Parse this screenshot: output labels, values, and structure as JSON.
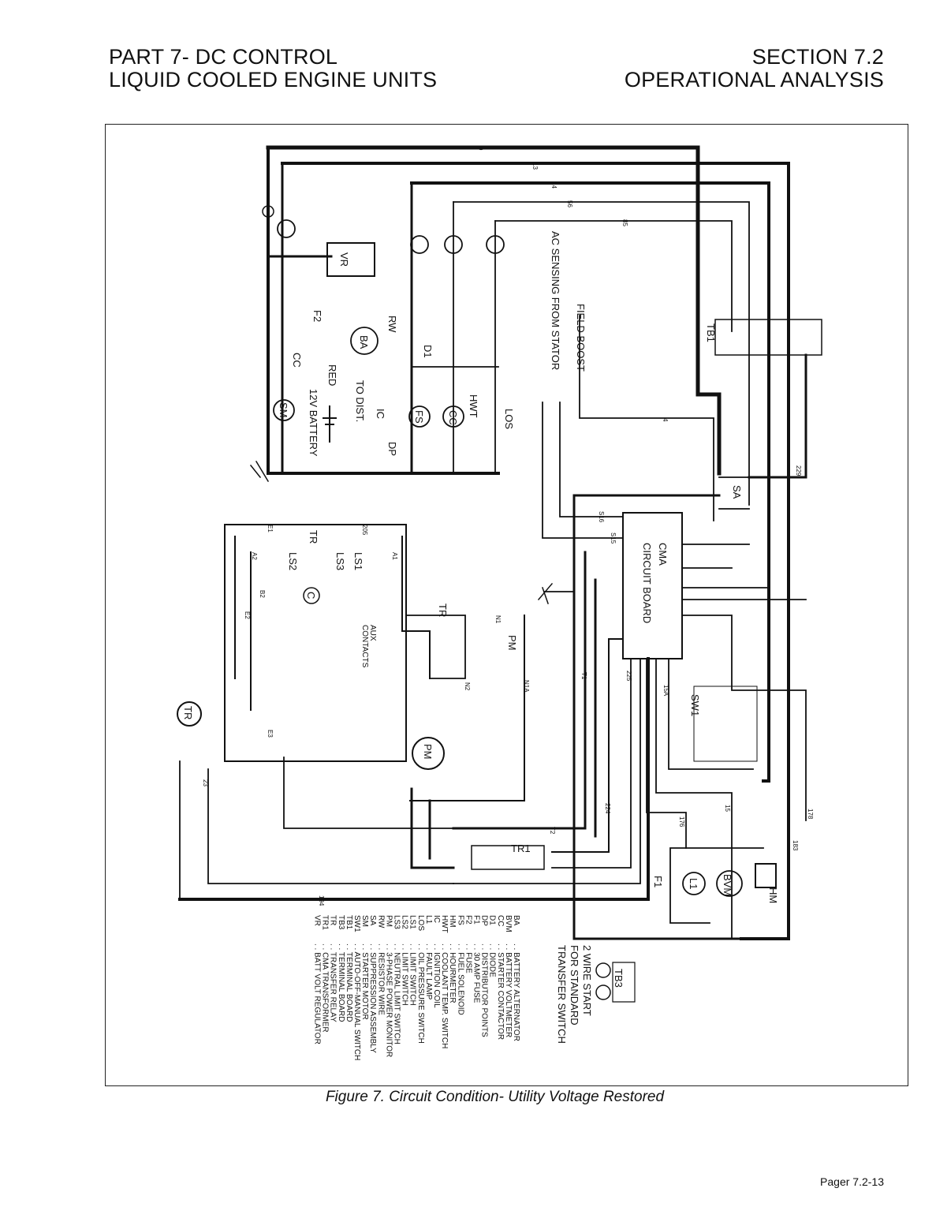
{
  "header": {
    "left_line1": "PART 7- DC CONTROL",
    "left_line2": "LIQUID COOLED ENGINE UNITS",
    "right_line1": "SECTION 7.2",
    "right_line2": "OPERATIONAL ANALYSIS"
  },
  "caption": "Figure 7. Circuit Condition- Utility Voltage Restored",
  "page_number": "Pager 7.2-13",
  "diagram": {
    "wire_numbers": [
      "0",
      "13",
      "14",
      "56",
      "85",
      "229",
      "4",
      "15",
      "15A",
      "176",
      "178",
      "183",
      "194",
      "23",
      "224",
      "225",
      "T1",
      "T2",
      "S15",
      "S16",
      "205",
      "E1",
      "E2",
      "E3",
      "N1",
      "N1A",
      "N2",
      "A1",
      "A2",
      "B2"
    ],
    "components": {
      "vr": "VR",
      "ba": "BA",
      "f2": "F2",
      "cc": "CC",
      "sm": "SM",
      "battery": "12V BATTERY",
      "red": "RED",
      "rw": "RW",
      "d1": "D1",
      "fs": "FS",
      "cc2": "CC",
      "hwt": "HWT",
      "los": "LOS",
      "ic": "IC",
      "dp": "DP",
      "to_dist": "TO DIST.",
      "ac_sensing": "AC SENSING FROM STATOR",
      "field_boost": "FIELD BOOST",
      "tb1": "TB1",
      "sa": "SA",
      "cma": "CMA",
      "circuit_board": "CIRCUIT BOARD",
      "sw1": "SW1",
      "hm": "HM",
      "bvm": "BVM",
      "l1": "L1",
      "f1": "F1",
      "tr": "TR",
      "tr1": "TR1",
      "pm": "PM",
      "ls1": "LS1",
      "ls2": "LS2",
      "ls3": "LS3",
      "c": "C",
      "aux": "AUX",
      "contacts": "CONTACTS",
      "tb3": "TB3",
      "two_wire_1": "2 WIRE START",
      "two_wire_2": "FOR STANDARD",
      "two_wire_3": "TRANSFER SWITCH"
    },
    "legend": [
      {
        "abbr": "BA",
        "desc": "BATTERY ALTERNATOR"
      },
      {
        "abbr": "BVM",
        "desc": "BATTERY VOLTMETER"
      },
      {
        "abbr": "CC",
        "desc": "STARTER CONTACTOR"
      },
      {
        "abbr": "D1",
        "desc": "DIODE"
      },
      {
        "abbr": "DP",
        "desc": "DISTRIBUTOR POINTS"
      },
      {
        "abbr": "F1",
        "desc": "30 AMP FUSE"
      },
      {
        "abbr": "F2",
        "desc": "FUSE"
      },
      {
        "abbr": "FS",
        "desc": "FUEL SOLENOID"
      },
      {
        "abbr": "HM",
        "desc": "HOURMETER"
      },
      {
        "abbr": "HWT",
        "desc": "COOLANT TEMP. SWITCH"
      },
      {
        "abbr": "IC",
        "desc": "IGNITION COIL"
      },
      {
        "abbr": "L1",
        "desc": "FAULT LAMP"
      },
      {
        "abbr": "LOS",
        "desc": "OIL PRESSURE SWITCH"
      },
      {
        "abbr": "LS1",
        "desc": "LIMIT SWITCH"
      },
      {
        "abbr": "LS2",
        "desc": "LIMIT SWITCH"
      },
      {
        "abbr": "LS3",
        "desc": "NEUTRAL LIMIT SWITCH"
      },
      {
        "abbr": "PM",
        "desc": "3-PHASE POWER MONITOR"
      },
      {
        "abbr": "RW",
        "desc": "RESISTOR WIRE"
      },
      {
        "abbr": "SA",
        "desc": "SUPPRESSION ASSEMBLY"
      },
      {
        "abbr": "SM",
        "desc": "STARTER MOTOR"
      },
      {
        "abbr": "SW1",
        "desc": "AUTO-OFF-MANUAL SWITCH"
      },
      {
        "abbr": "TB1",
        "desc": "TERMINAL BOARD"
      },
      {
        "abbr": "TB3",
        "desc": "TERMINAL BOARD"
      },
      {
        "abbr": "TR",
        "desc": "TRANSFER RELAY"
      },
      {
        "abbr": "TR1",
        "desc": "CMA TRANSFORMER"
      },
      {
        "abbr": "VR",
        "desc": "BATT VOLT REGULATOR"
      }
    ]
  }
}
